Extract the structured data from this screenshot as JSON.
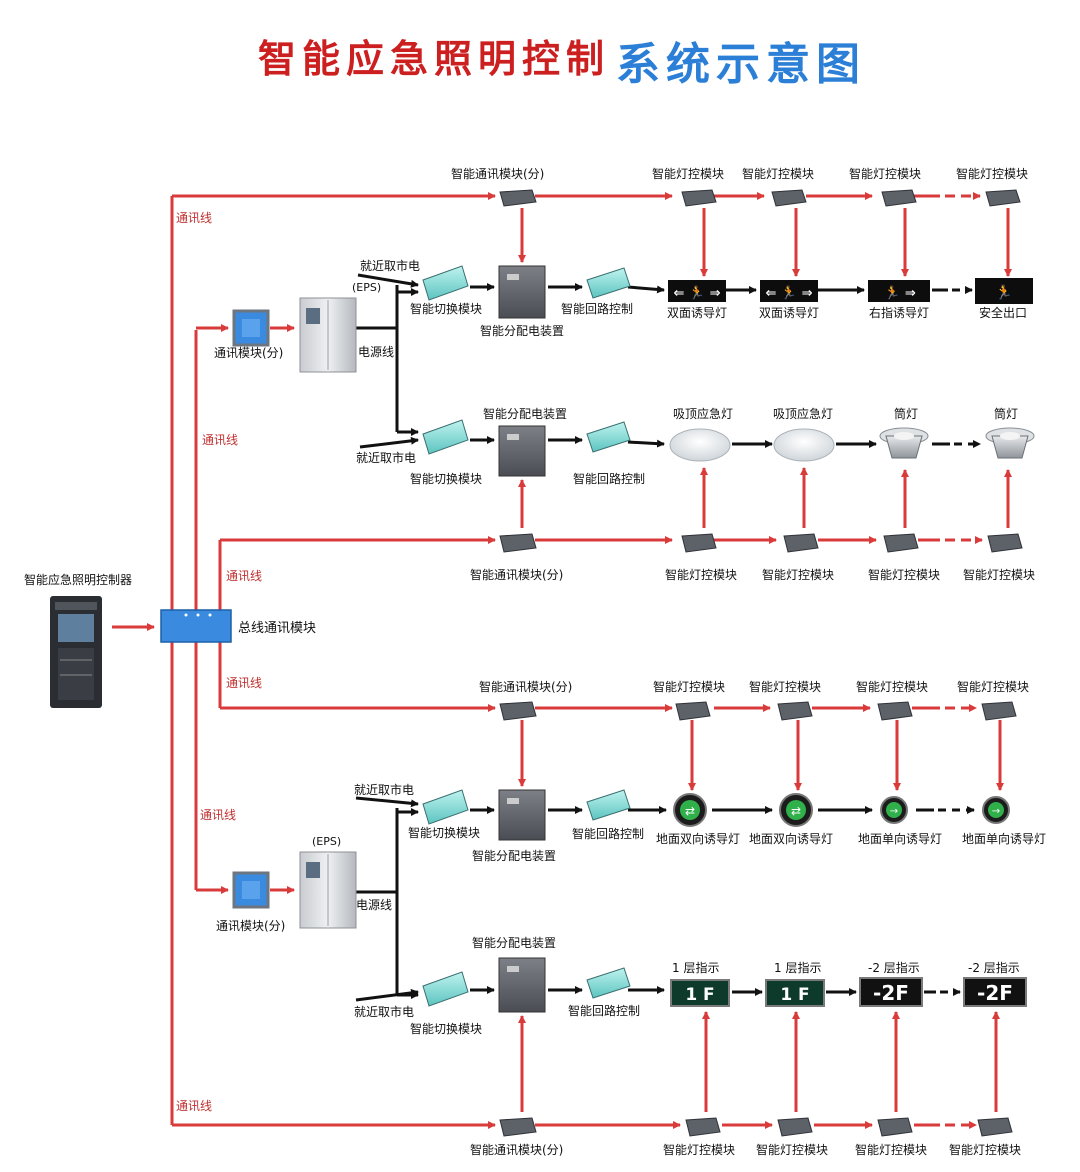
{
  "title": {
    "main": "智能应急照明控制",
    "sub": "系统示意图"
  },
  "colors": {
    "red": "#d93a3a",
    "black": "#111111",
    "redLabel": "#c03030"
  },
  "labels": {
    "controller": "智能应急照明控制器",
    "busModule": "总线通讯模块",
    "commLine": "通讯线",
    "smartComm": "智能通讯模块(分)",
    "lampCtrl": "智能灯控模块",
    "nearPower": "就近取市电",
    "eps": "(EPS)",
    "switchModule": "智能切换模块",
    "distribution": "智能分配电装置",
    "loopCtrl": "智能回路控制",
    "powerLine": "电源线",
    "commModule": "通讯模块(分)",
    "exitDouble": "双面诱导灯",
    "exitRight": "右指诱导灯",
    "safeExit": "安全出口",
    "ceilingLamp": "吸顶应急灯",
    "downLight": "筒灯",
    "floorDouble": "地面双向诱导灯",
    "floorSingle": "地面单向诱导灯",
    "floor1": "1 层指示",
    "floorM2": "-2 层指示",
    "sign1F": "1 F",
    "signM2F": "-2F"
  }
}
